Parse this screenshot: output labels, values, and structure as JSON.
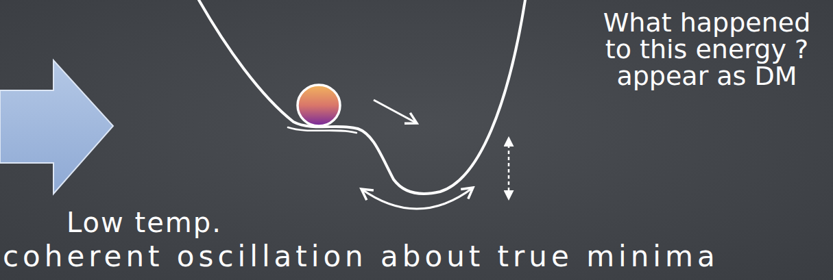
{
  "diagram": {
    "labels": [
      "What happened to this energy ?",
      "appear as DM",
      "Low temp.",
      "coherent oscillation about true minima"
    ]
  }
}
